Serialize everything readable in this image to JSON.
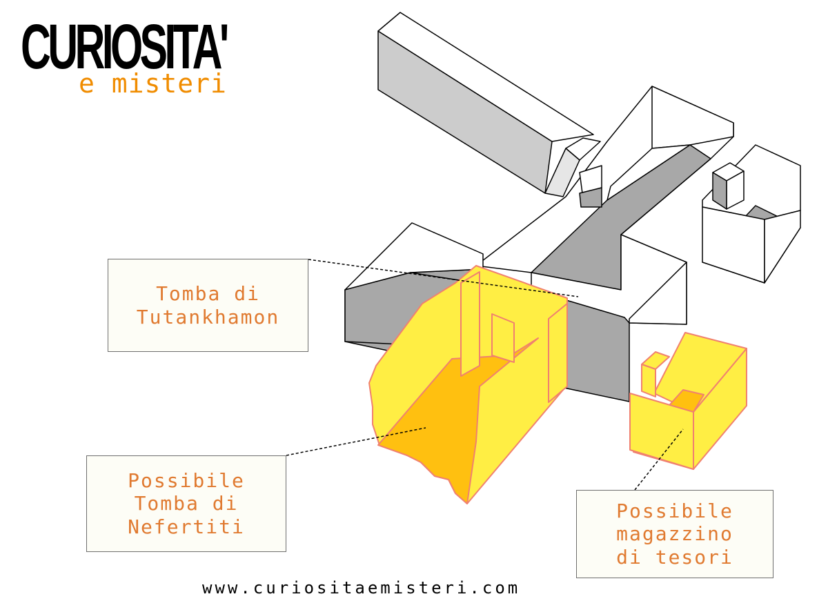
{
  "logo": {
    "title": "CURIOSITA'",
    "subtitle": "e misteri"
  },
  "labels": {
    "tutankhamon": [
      "Tomba di",
      "Tutankhamon"
    ],
    "nefertiti": [
      "Possibile",
      "Tomba di",
      "Nefertiti"
    ],
    "magazzino": [
      "Possibile",
      "magazzino",
      "di tesori"
    ]
  },
  "footer": {
    "url": "www.curiositaemisteri.com"
  },
  "colors": {
    "logo_accent": "#f08c00",
    "label_text": "#e07a30",
    "highlight_wall": "#ffee44",
    "highlight_floor": "#ffc010",
    "highlight_stroke": "#f08070",
    "tomb_floor": "#a8a8a8",
    "corridor": "#cccccc"
  }
}
